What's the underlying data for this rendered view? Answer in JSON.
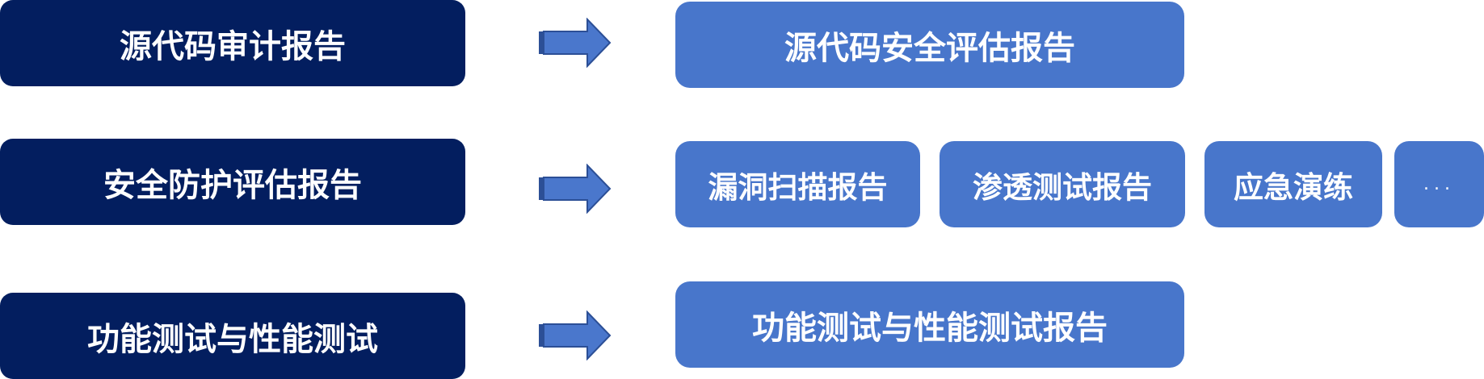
{
  "colors": {
    "source_box": "#031e5f",
    "output_box": "#4876cb",
    "arrow_fill": "#4a77cc",
    "arrow_stroke": "#2c4f96",
    "text": "#ffffff"
  },
  "rows": [
    {
      "source": "源代码审计报告",
      "outputs": [
        "源代码安全评估报告"
      ]
    },
    {
      "source": "安全防护评估报告",
      "outputs": [
        "漏洞扫描报告",
        "渗透测试报告",
        "应急演练",
        "..."
      ]
    },
    {
      "source": "功能测试与性能测试",
      "outputs": [
        "功能测试与性能测试报告"
      ]
    }
  ]
}
